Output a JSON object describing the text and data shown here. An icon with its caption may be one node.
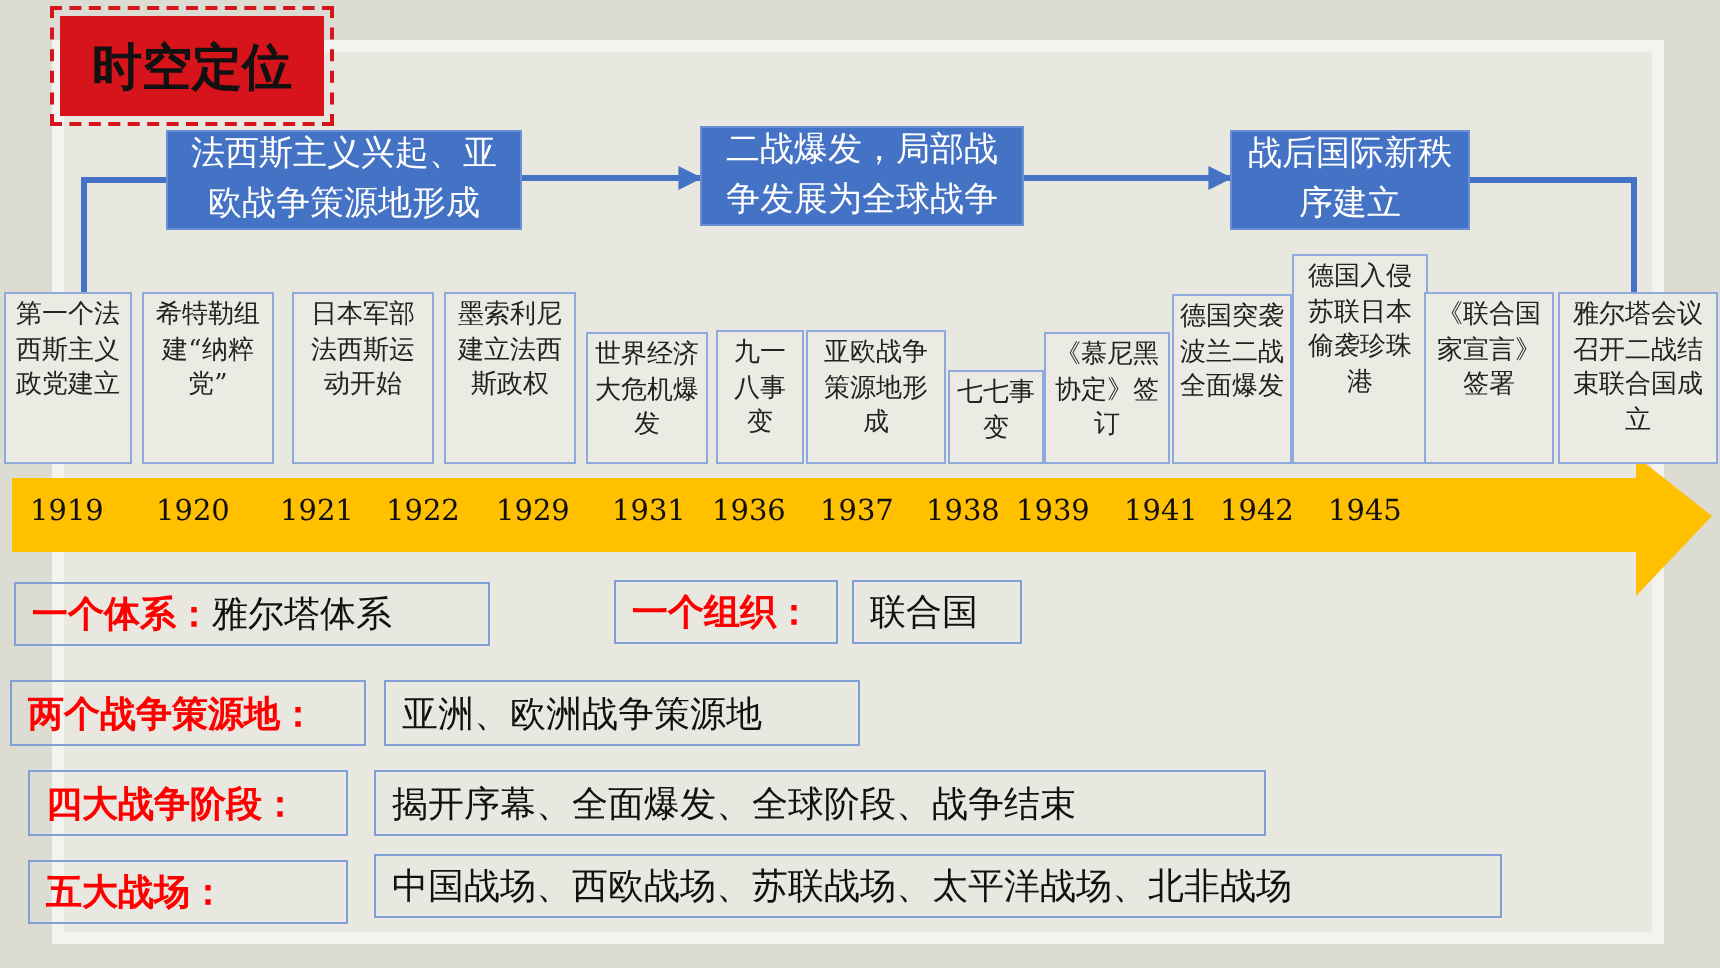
{
  "diagram": {
    "title": "时空定位",
    "nodes": [
      {
        "text": [
          "法西斯主义兴起、亚欧战争策源地形成"
        ]
      },
      {
        "text": [
          "二战爆发，局部战争发展为全球战争"
        ]
      },
      {
        "text": [
          "战后国际新秩序建立"
        ]
      },
      {
        "text": [
          "第一个法西斯主义政党建立"
        ]
      },
      {
        "text": [
          "希特勒组建“纳粹党”"
        ]
      },
      {
        "text": [
          "日本军部法西斯运动开始"
        ]
      },
      {
        "text": [
          "墨索利尼建立法西斯政权"
        ]
      },
      {
        "text": [
          "世界经济大危机爆发"
        ]
      },
      {
        "text": [
          "九一八事变"
        ]
      },
      {
        "text": [
          "亚欧战争策源地形成"
        ]
      },
      {
        "text": [
          "七七事变"
        ]
      },
      {
        "text": [
          "《慕尼黑协定》签订"
        ]
      },
      {
        "text": [
          "德国突袭波兰二战全面爆发"
        ]
      },
      {
        "text": [
          "德国入侵苏联日本偷袭珍珠港"
        ]
      },
      {
        "text": [
          "《联合国家宣言》签署"
        ]
      },
      {
        "text": [
          "雅尔塔会议召开二战结束联合国成立"
        ]
      },
      {
        "text": [
          "1919",
          "1920",
          "1921",
          "1922",
          "1929",
          "1931",
          "1936",
          "1937",
          "1938",
          "1939",
          "1941",
          "1942",
          "1945"
        ]
      },
      {
        "text": [
          "一个体系：",
          "雅尔塔体系"
        ]
      },
      {
        "text": [
          "一个组织："
        ]
      },
      {
        "text": [
          "联合国"
        ]
      },
      {
        "text": [
          "两个战争策源地："
        ]
      },
      {
        "text": [
          "亚洲、欧洲战争策源地"
        ]
      },
      {
        "text": [
          "四大战争阶段："
        ]
      },
      {
        "text": [
          "揭开序幕、全面爆发、全球阶段、战争结束"
        ]
      },
      {
        "text": [
          "五大战场："
        ]
      },
      {
        "text": [
          "中国战场、西欧战场、苏联战场、太平洋战场、北非战场"
        ]
      }
    ],
    "edges": [
      {
        "from": 3,
        "to": 0,
        "arrow": "none"
      },
      {
        "from": 0,
        "to": 1,
        "arrow": "to"
      },
      {
        "from": 1,
        "to": 2,
        "arrow": "to"
      },
      {
        "from": 2,
        "to": 15,
        "arrow": "none"
      }
    ]
  }
}
